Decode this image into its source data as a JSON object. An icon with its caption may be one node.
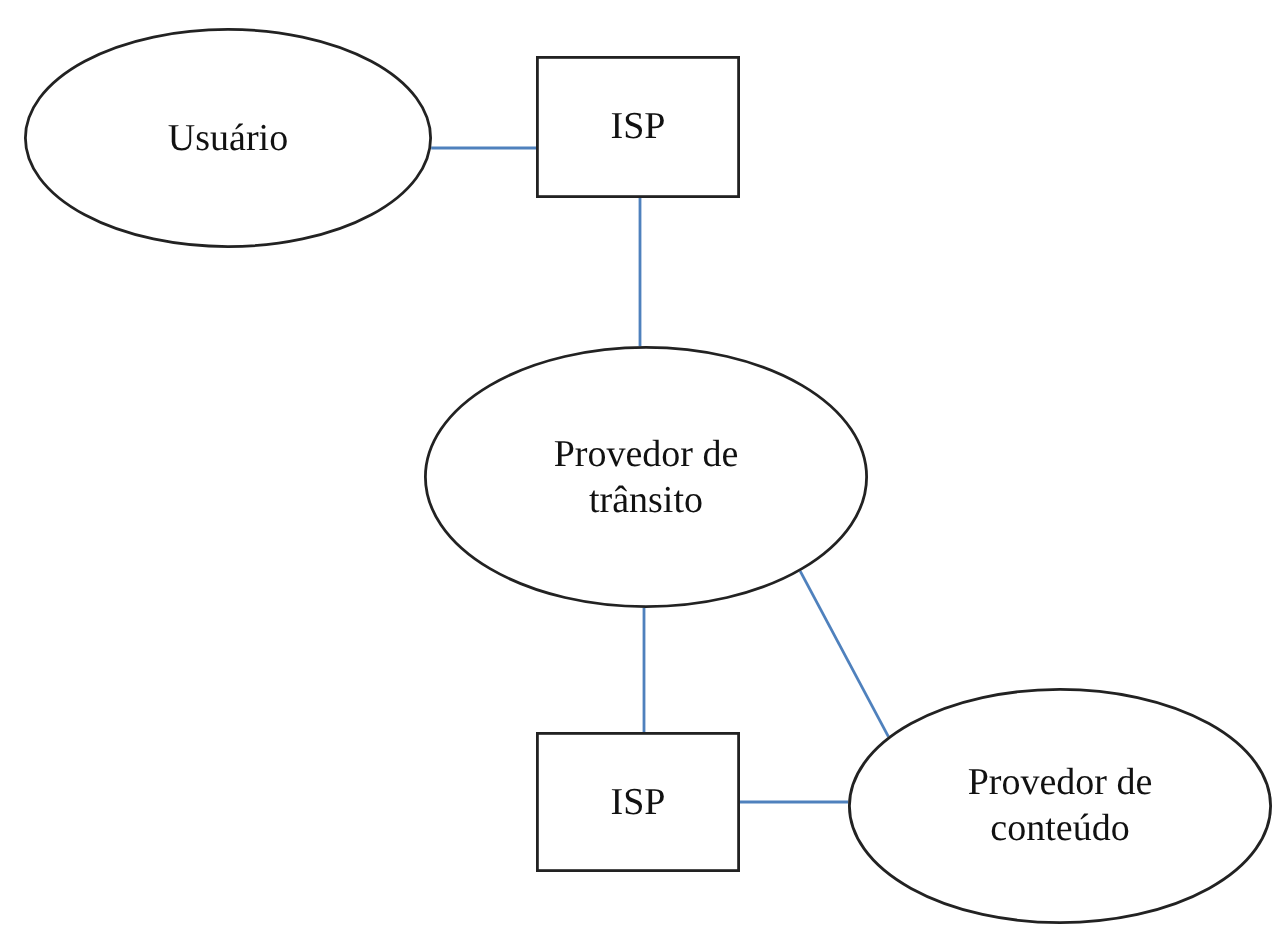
{
  "diagram": {
    "nodes": [
      {
        "text": [
          "Usuário"
        ]
      },
      {
        "text": [
          "ISP"
        ]
      },
      {
        "text": [
          "Provedor de trânsito"
        ]
      },
      {
        "text": [
          "ISP"
        ]
      },
      {
        "text": [
          "Provedor de conteúdo"
        ]
      }
    ],
    "edges": [
      {
        "from": 0,
        "to": 1,
        "arrow": "none"
      },
      {
        "from": 1,
        "to": 2,
        "arrow": "none"
      },
      {
        "from": 2,
        "to": 3,
        "arrow": "none"
      },
      {
        "from": 2,
        "to": 4,
        "arrow": "none"
      },
      {
        "from": 3,
        "to": 4,
        "arrow": "none"
      }
    ]
  }
}
